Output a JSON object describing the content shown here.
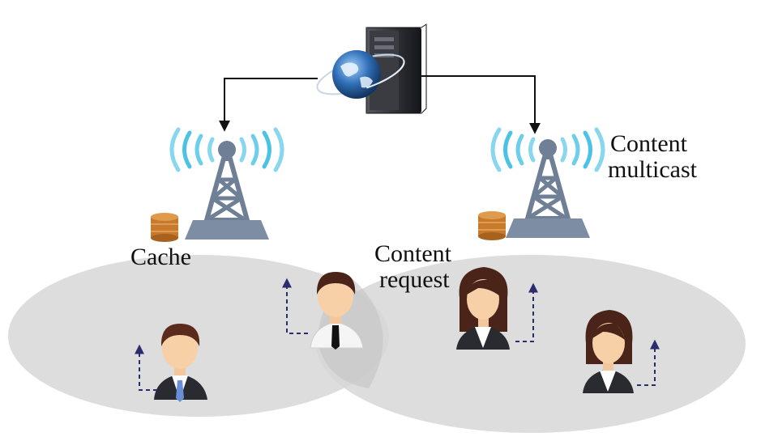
{
  "labels": {
    "cache": "Cache",
    "content_request_line1": "Content",
    "content_request_line2": "request",
    "content_multicast_line1": "Content",
    "content_multicast_line2": "multicast"
  },
  "colors": {
    "cell_fill": "#d6d6d6",
    "tower": "#6f7f95",
    "signal": "#39bde3",
    "cache_db": "#c8792a",
    "arrow": "#111111",
    "request_arrow": "#2b2c6e",
    "server_body": "#2a2c31",
    "globe": "#2f6db5"
  }
}
